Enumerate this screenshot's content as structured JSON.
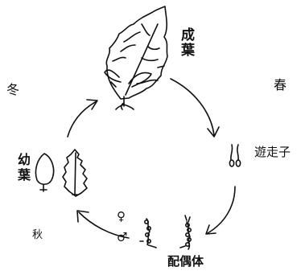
{
  "labels": {
    "adult": "成葉",
    "juvenile": "幼葉",
    "winter": "冬",
    "spring": "春",
    "autumn": "秋",
    "zoospore": "遊走子",
    "gametophyte": "配偶体",
    "female": "♀",
    "male": "♂"
  },
  "colors": {
    "ink": "#111111",
    "background": "#ffffff"
  }
}
